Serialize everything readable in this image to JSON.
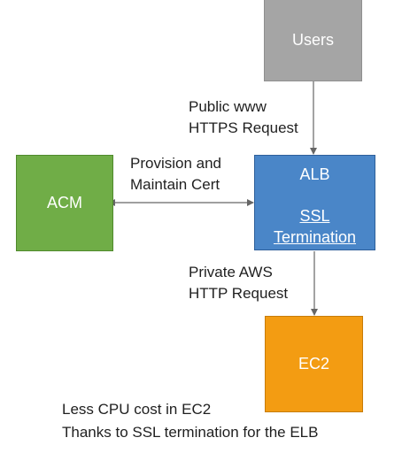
{
  "nodes": {
    "users": "Users",
    "acm": "ACM",
    "alb": {
      "title": "ALB",
      "ssl_line1": "SSL",
      "ssl_line2": "Termination"
    },
    "ec2": "EC2"
  },
  "labels": {
    "public": [
      "Public www",
      "HTTPS Request"
    ],
    "provision": [
      "Provision and",
      "Maintain Cert"
    ],
    "private": [
      "Private AWS",
      "HTTP Request"
    ],
    "note": [
      "Less CPU cost in EC2",
      "Thanks to SSL termination for the ELB"
    ]
  },
  "colors": {
    "users": "#a5a5a5",
    "acm": "#70ad47",
    "alb": "#4a86c8",
    "ec2": "#f39c12",
    "connector": "#666666"
  }
}
